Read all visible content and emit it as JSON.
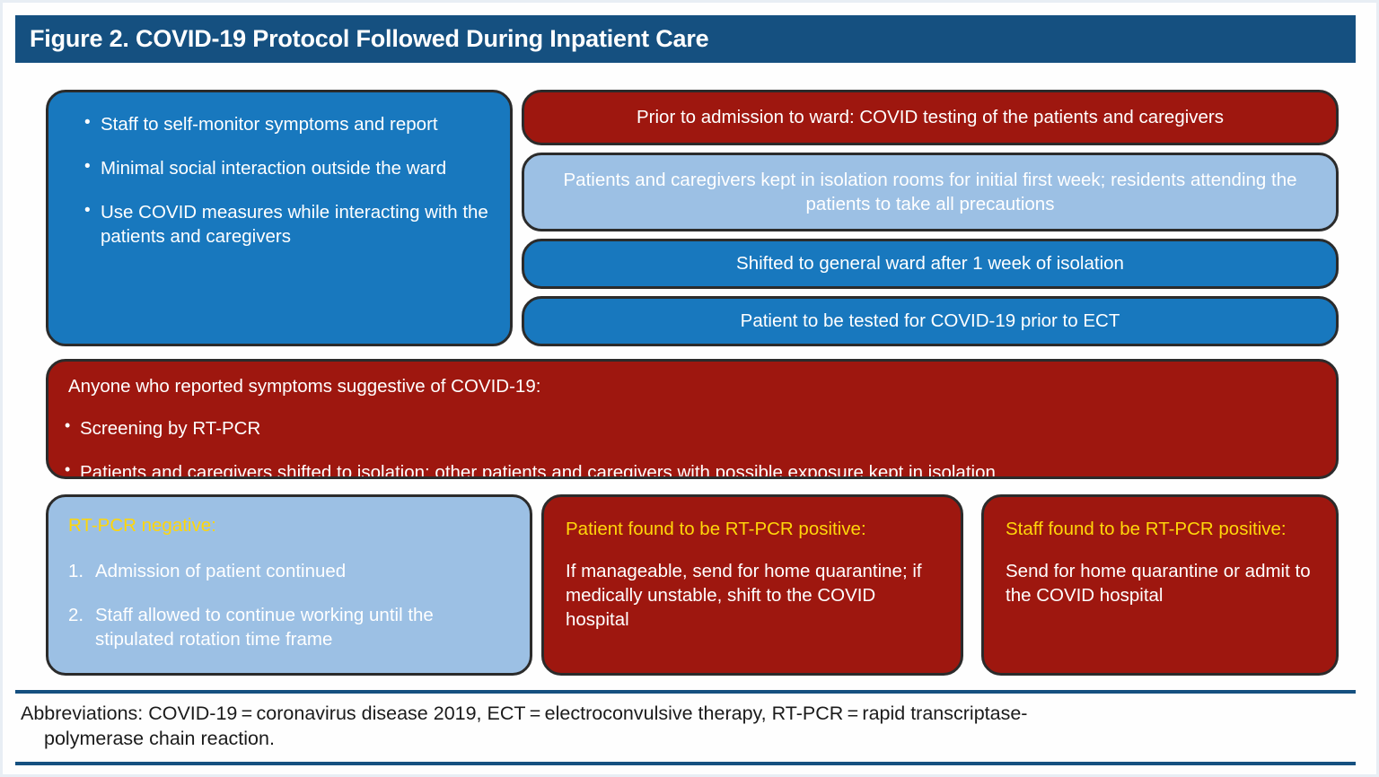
{
  "figure": {
    "header_title": "Figure 2. COVID-19 Protocol Followed During Inpatient Care",
    "colors": {
      "header_bg": "#155080",
      "blue": "#1878BE",
      "dark_red": "#9E170F",
      "light_blue": "#9CC0E4",
      "highlight_text": "#FFD60A",
      "rule": "#155080"
    }
  },
  "staff_box": {
    "bullets": [
      "Staff to self-monitor symptoms and report",
      "Minimal social interaction outside the ward",
      "Use COVID measures while interacting with the patients and caregivers"
    ]
  },
  "pathway_boxes": [
    {
      "text": "Prior to admission to ward: COVID testing of the patients and caregivers",
      "color": "darkred"
    },
    {
      "text": "Patients and caregivers kept in isolation rooms for initial first week; residents attending the patients to take all precautions",
      "color": "lightblue"
    },
    {
      "text": "Shifted to general ward after 1 week of isolation",
      "color": "blue"
    },
    {
      "text": "Patient to be tested for COVID-19 prior to ECT",
      "color": "blue"
    }
  ],
  "symptoms_box": {
    "lead": "Anyone who reported symptoms suggestive of COVID-19:",
    "bullets": [
      "Screening by RT-PCR",
      "Patients and caregivers shifted to isolation; other patients and caregivers with possible exposure kept in isolation"
    ]
  },
  "outcome_boxes": {
    "negative": {
      "heading": "RT-PCR negative:",
      "items": [
        "Admission of patient continued",
        "Staff allowed to continue working until the stipulated rotation time frame"
      ]
    },
    "patient_positive": {
      "heading": "Patient found to be RT-PCR positive:",
      "body": "If manageable, send for home quarantine; if medically unstable, shift to the COVID hospital"
    },
    "staff_positive": {
      "heading": "Staff found to be RT-PCR positive:",
      "body": "Send for home quarantine or admit to the COVID hospital"
    }
  },
  "footnote": {
    "line1": "Abbreviations: COVID-19 = coronavirus disease 2019, ECT = electroconvulsive therapy, RT-PCR = rapid transcriptase-",
    "line2": "polymerase chain reaction."
  }
}
